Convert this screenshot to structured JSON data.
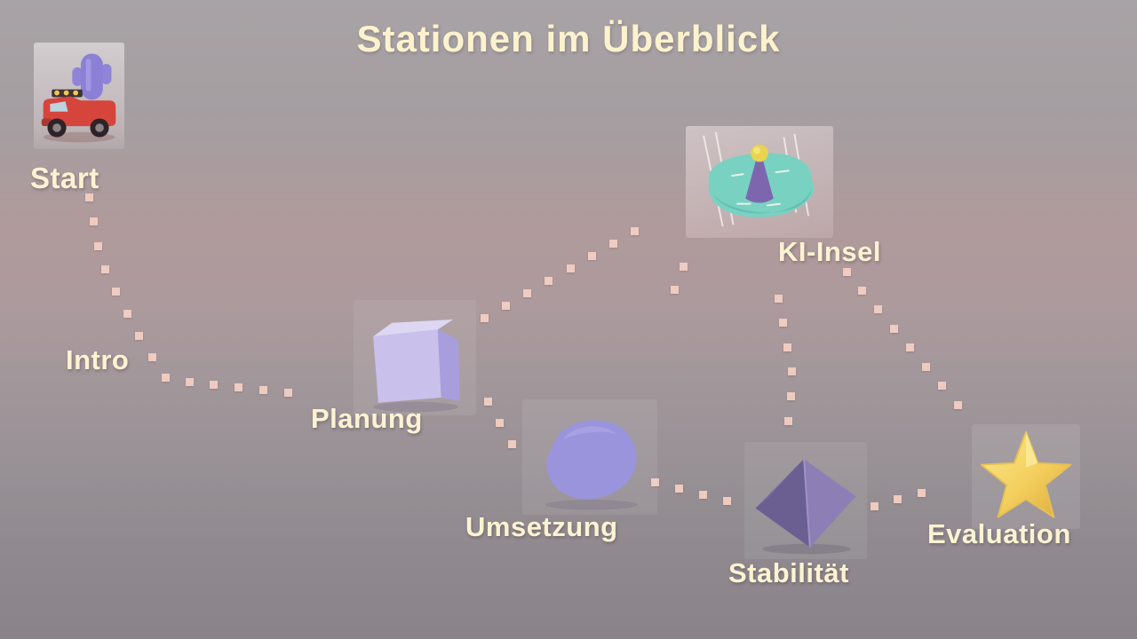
{
  "title": "Stationen im Überblick",
  "colors": {
    "label_text": "#fdf3d2",
    "title_text": "#fcf2cd",
    "path_dot": "#f3cec2",
    "island_teal": "#79d2c1",
    "cube_lavender": "#c9c1ec",
    "blob_periwinkle": "#9a94dc",
    "pyramid_purple": "#8d7fb6",
    "star_gold": "#f3cf5d",
    "truck_red": "#d6453c"
  },
  "stations": [
    {
      "id": "start",
      "label": "Start",
      "icon": "truck-icon"
    },
    {
      "id": "intro",
      "label": "Intro",
      "icon": null
    },
    {
      "id": "planung",
      "label": "Planung",
      "icon": "cube-icon"
    },
    {
      "id": "umsetzung",
      "label": "Umsetzung",
      "icon": "blob-icon"
    },
    {
      "id": "ki_insel",
      "label": "KI-Insel",
      "icon": "island-icon"
    },
    {
      "id": "stabilitaet",
      "label": "Stabilität",
      "icon": "pyramid-icon"
    },
    {
      "id": "evaluation",
      "label": "Evaluation",
      "icon": "star-icon"
    }
  ],
  "connections": [
    [
      "start",
      "intro"
    ],
    [
      "intro",
      "planung"
    ],
    [
      "planung",
      "ki_insel"
    ],
    [
      "planung",
      "umsetzung"
    ],
    [
      "umsetzung",
      "stabilitaet"
    ],
    [
      "ki_insel",
      "stabilitaet"
    ],
    [
      "ki_insel",
      "evaluation"
    ],
    [
      "stabilitaet",
      "evaluation"
    ]
  ]
}
